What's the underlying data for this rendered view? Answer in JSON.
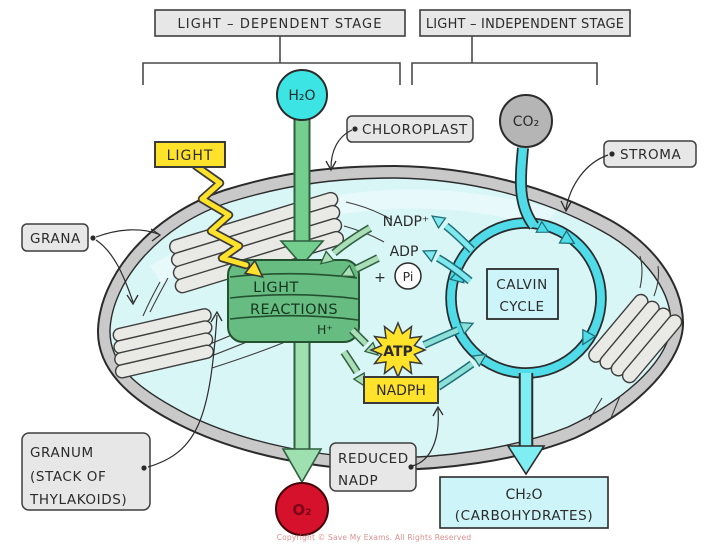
{
  "stages": {
    "light_dependent": "LIGHT – DEPENDENT STAGE",
    "light_independent": "LIGHT – INDEPENDENT STAGE"
  },
  "structures": {
    "chloroplast": "CHLOROPLAST",
    "stroma": "STROMA",
    "grana": "GRANA",
    "granum": [
      "GRANUM",
      "(STACK OF",
      "THYLAKOIDS)"
    ]
  },
  "processes": {
    "light": "LIGHT",
    "light_reactions": [
      "LIGHT",
      "REACTIONS"
    ],
    "calvin_cycle": [
      "CALVIN",
      "CYCLE"
    ]
  },
  "molecules": {
    "water": "H₂O",
    "carbon_dioxide": "CO₂",
    "oxygen": "O₂",
    "nadp_plus": "NADP⁺",
    "adp": "ADP",
    "plus_sign": "+",
    "pi": "Pi",
    "hydrogen_ions": "H⁺",
    "atp": "ATP",
    "nadph": "NADPH",
    "reduced_nadp": [
      "REDUCED",
      "NADP"
    ],
    "carbohydrate_formula": "CH₂O",
    "carbohydrates": "(CARBOHYDRATES)"
  },
  "footer": {
    "copyright": "Copyright © Save My Exams. All Rights Reserved"
  },
  "colors": {
    "cyan": "#4fdce8",
    "stroma_fill": "#d9f6f7",
    "membrane_gray": "#c9c9c9",
    "label_gray": "#e7e7e7",
    "yellow": "#ffe229",
    "stack_green": "#67bd81",
    "arrow_green": "#74cf8e",
    "oxygen_red": "#d5112c",
    "calvin_box": "#cdf4f8",
    "outline": "#2b2b2b"
  }
}
